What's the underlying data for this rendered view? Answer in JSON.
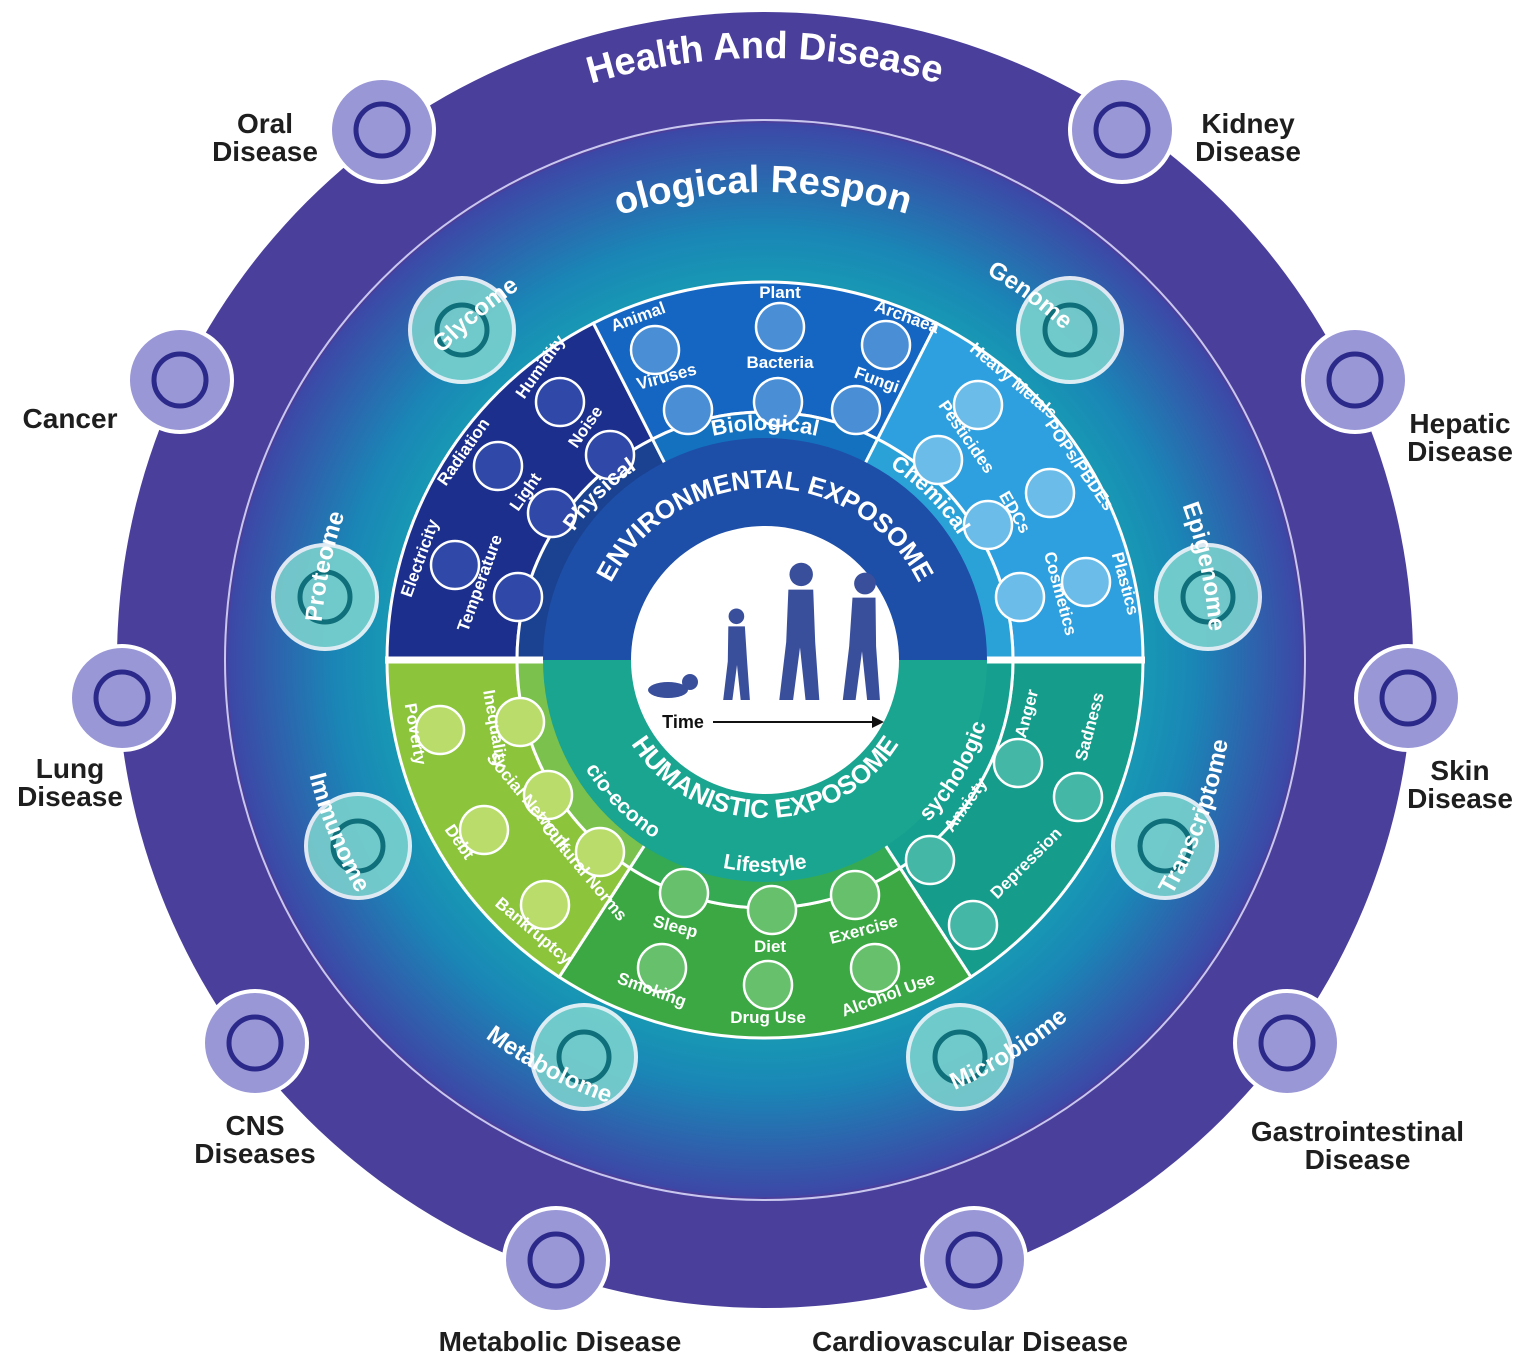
{
  "health": {
    "title": "Health And Disease",
    "diseases": [
      {
        "lines": [
          "Oral",
          "Disease"
        ],
        "icon": "tooth-icon"
      },
      {
        "lines": [
          "Kidney",
          "Disease"
        ],
        "icon": "kidney-icon"
      },
      {
        "lines": [
          "Cancer"
        ],
        "icon": "cancer-cell-icon"
      },
      {
        "lines": [
          "Hepatic",
          "Disease"
        ],
        "icon": "liver-icon"
      },
      {
        "lines": [
          "Lung",
          "Disease"
        ],
        "icon": "lungs-icon"
      },
      {
        "lines": [
          "Skin",
          "Disease"
        ],
        "icon": "skin-icon"
      },
      {
        "lines": [
          "CNS",
          "Diseases"
        ],
        "icon": "brain-icon"
      },
      {
        "lines": [
          "Gastrointestinal",
          "Disease"
        ],
        "icon": "intestine-icon"
      },
      {
        "lines": [
          "Metabolic Disease"
        ],
        "icon": "scale-drop-icon"
      },
      {
        "lines": [
          "Cardiovascular Disease"
        ],
        "icon": "heart-icon"
      }
    ]
  },
  "biological_response": {
    "title": "Biological Response",
    "omes": [
      {
        "label": "Glycome",
        "icon": "glycan-icon"
      },
      {
        "label": "Genome",
        "icon": "dna-helix-icon"
      },
      {
        "label": "Proteome",
        "icon": "protein-icon"
      },
      {
        "label": "Epigenome",
        "icon": "methylation-icon"
      },
      {
        "label": "Immunome",
        "icon": "immune-icon"
      },
      {
        "label": "Transcriptome",
        "icon": "rna-icon"
      },
      {
        "label": "Metabolome",
        "icon": "network-icon"
      },
      {
        "label": "Microbiome",
        "icon": "microbe-icon"
      }
    ]
  },
  "environmental": {
    "title": "ENVIRONMENTAL EXPOSOME",
    "physical": {
      "title": "Physical",
      "items": [
        "Humidity",
        "Radiation",
        "Noise",
        "Light",
        "Electricity",
        "Temperature"
      ]
    },
    "biological": {
      "title": "Biological",
      "items": [
        "Animal",
        "Plant",
        "Archaea",
        "Viruses",
        "Bacteria",
        "Fungi"
      ]
    },
    "chemical": {
      "title": "Chemical",
      "items": [
        "Heavy Metals",
        "Pesticides",
        "POPs/PBDEs",
        "EDCs",
        "Cosmetics",
        "Plastics"
      ]
    }
  },
  "humanistic": {
    "title": "HUMANISTIC EXPOSOME",
    "socio": {
      "title": "Socio-economic",
      "items": [
        "Poverty",
        "Inequality",
        "Social Network",
        "Debt",
        "Cultural Norms",
        "Bankruptcy"
      ]
    },
    "lifestyle": {
      "title": "Lifestyle",
      "items": [
        "Sleep",
        "Diet",
        "Exercise",
        "Smoking",
        "Drug Use",
        "Alcohol Use"
      ]
    },
    "psych": {
      "title": "Psychological",
      "items": [
        "Anger",
        "Sadness",
        "Anxiety",
        "Depression"
      ]
    }
  },
  "center": {
    "time_label": "Time"
  },
  "colors": {
    "outer_ring": "#4b3f9c",
    "badge": "#9a97d6",
    "physical": "#1c2f8c",
    "biological": "#1466c2",
    "chemical": "#2ea0e0",
    "socio": "#8cc43c",
    "lifestyle": "#3ca843",
    "psych": "#169c8a",
    "silhouette": "#3a4f9c"
  }
}
